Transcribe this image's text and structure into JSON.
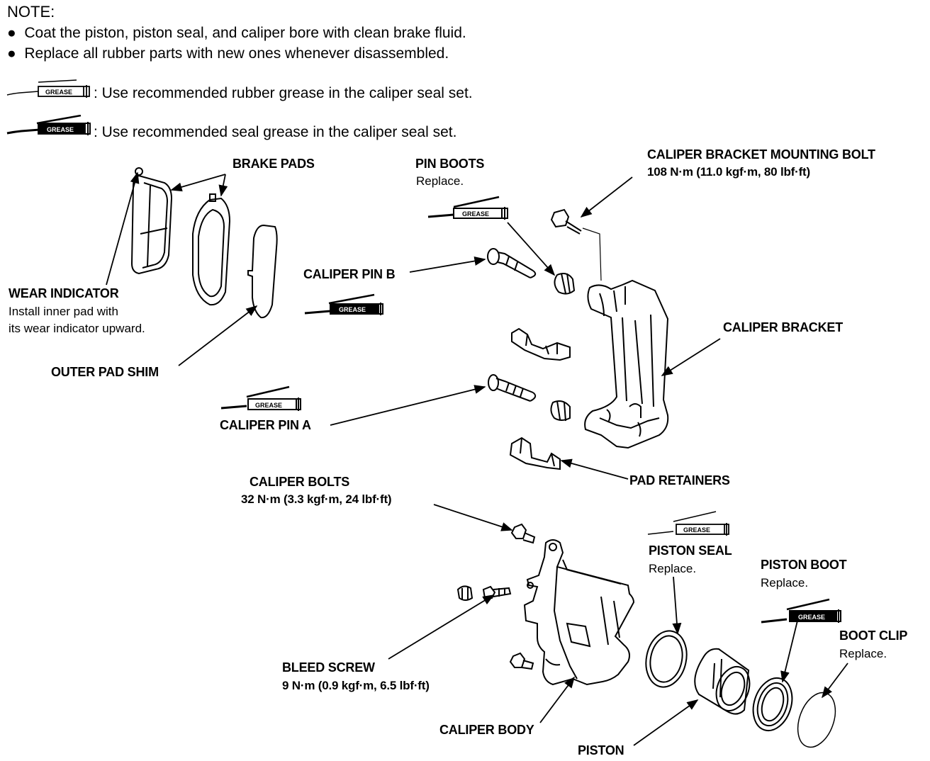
{
  "notes": {
    "heading": "NOTE:",
    "bullets": [
      "Coat the piston, piston seal, and caliper bore with clean brake fluid.",
      "Replace all rubber parts with new ones whenever disassembled."
    ],
    "legend": [
      {
        "icon": "rubber-grease-icon",
        "text": ": Use recommended rubber grease in the caliper seal set."
      },
      {
        "icon": "seal-grease-icon",
        "text": ": Use recommended seal grease in the caliper seal set."
      }
    ]
  },
  "icon_labels": {
    "grease": "GREASE"
  },
  "labels": {
    "brake_pads": "BRAKE PADS",
    "pin_boots": "PIN BOOTS",
    "pin_boots_sub": "Replace.",
    "bracket_bolt": "CALIPER BRACKET MOUNTING BOLT",
    "bracket_bolt_torque": "108 N·m (11.0 kgf·m, 80 lbf·ft)",
    "wear_indicator": "WEAR INDICATOR",
    "wear_indicator_sub1": "Install inner pad with",
    "wear_indicator_sub2": "its wear indicator upward.",
    "caliper_pin_b": "CALIPER PIN B",
    "caliper_bracket": "CALIPER BRACKET",
    "outer_pad_shim": "OUTER PAD SHIM",
    "caliper_pin_a": "CALIPER PIN A",
    "pad_retainers": "PAD RETAINERS",
    "caliper_bolts": "CALIPER BOLTS",
    "caliper_bolts_torque": "32 N·m (3.3 kgf·m, 24 lbf·ft)",
    "piston_seal": "PISTON SEAL",
    "piston_seal_sub": "Replace.",
    "piston_boot": "PISTON BOOT",
    "piston_boot_sub": "Replace.",
    "boot_clip": "BOOT CLIP",
    "boot_clip_sub": "Replace.",
    "bleed_screw": "BLEED SCREW",
    "bleed_screw_torque": "9 N·m (0.9 kgf·m, 6.5 lbf·ft)",
    "caliper_body": "CALIPER BODY",
    "piston": "PISTON"
  }
}
